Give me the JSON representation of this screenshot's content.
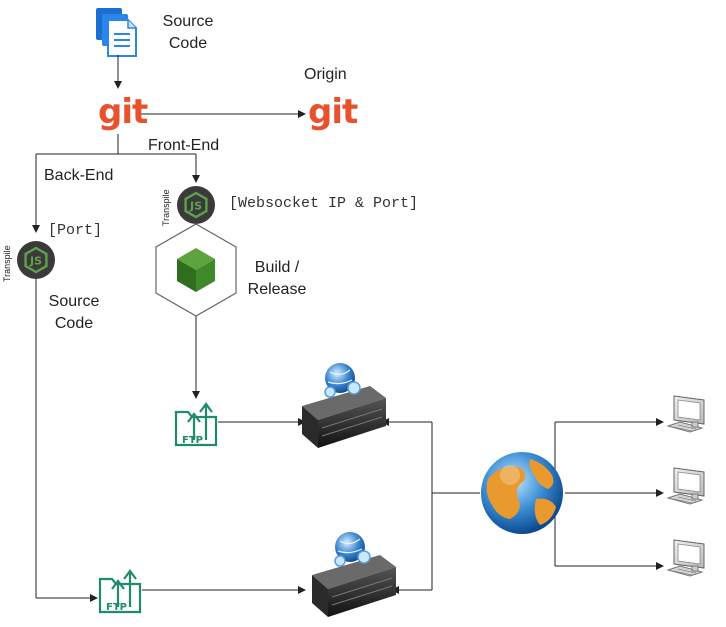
{
  "labels": {
    "source_code_top": [
      "Source",
      "Code"
    ],
    "origin": "Origin",
    "git_word": "git",
    "front_end": "Front-End",
    "back_end": "Back-End",
    "websocket_param": "[Websocket IP & Port]",
    "port_param": "[Port]",
    "transpile": "Transpile",
    "build_release": [
      "Build /",
      "Release"
    ],
    "source_code_backend": [
      "Source",
      "Code"
    ],
    "ftp": "FTP"
  },
  "icons": {
    "source_file": "document-stack-icon",
    "git": "git-logo-icon",
    "nodejs": "nodejs-icon",
    "build_box": "build-cube-icon",
    "ftp": "ftp-upload-icon",
    "server": "web-server-icon",
    "internet": "globe-icon",
    "client": "desktop-computer-icon"
  },
  "colors": {
    "git": "#e8512e",
    "node_green": "#5fa04e",
    "node_dark": "#333333",
    "ftp_teal": "#1f8a70",
    "build_green": "#3e8a2a",
    "line": "#222222"
  }
}
